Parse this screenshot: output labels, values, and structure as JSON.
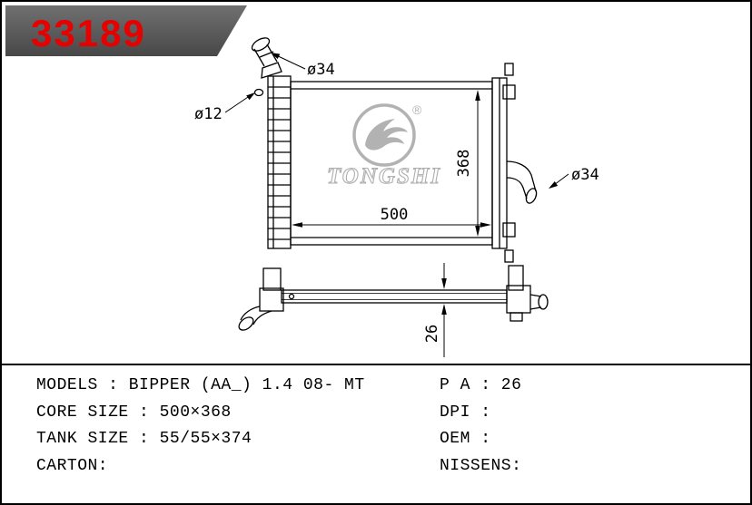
{
  "page": {
    "part_number": "33189"
  },
  "watermark": {
    "brand": "TONGSHI",
    "registered_mark": "®"
  },
  "drawing": {
    "dim_inlet_diameter": "ø34",
    "dim_drain_diameter": "ø12",
    "dim_outlet_diameter": "ø34",
    "dim_core_width": "500",
    "dim_core_height": "368",
    "dim_core_thickness": "26"
  },
  "specs": {
    "models": "MODELS : BIPPER (AA_) 1.4 08- MT",
    "core_size": "CORE SIZE : 500×368",
    "tank_size": "TANK SIZE : 55/55×374",
    "carton": "CARTON:",
    "pa": "P A : 26",
    "dpi": "DPI :",
    "oem": "OEM :",
    "nissens": "NISSENS:"
  }
}
